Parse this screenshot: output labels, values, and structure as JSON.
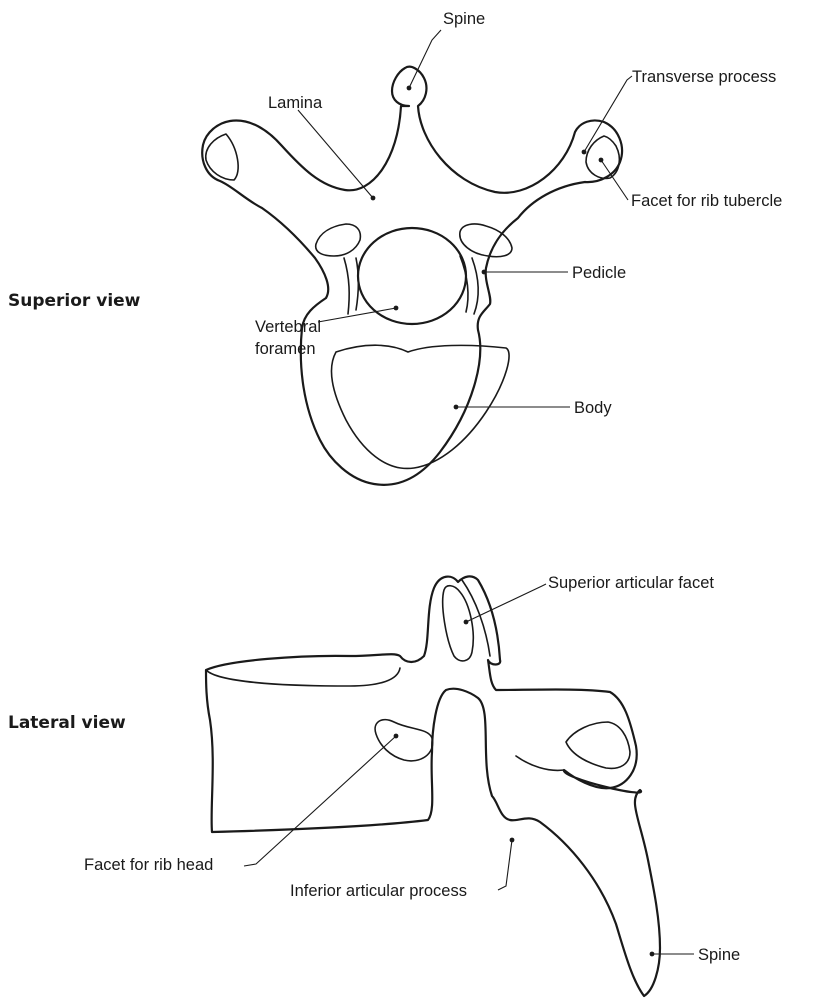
{
  "superior_view": {
    "title": "Superior view",
    "labels": {
      "spine": "Spine",
      "transverse_process": "Transverse process",
      "lamina": "Lamina",
      "facet_rib_tubercle": "Facet for rib tubercle",
      "pedicle": "Pedicle",
      "vertebral_foramen_line1": "Vertebral",
      "vertebral_foramen_line2": "foramen",
      "body": "Body"
    }
  },
  "lateral_view": {
    "title": "Lateral view",
    "labels": {
      "superior_articular_facet": "Superior articular facet",
      "facet_rib_head": "Facet for rib head",
      "inferior_articular_process": "Inferior articular process",
      "spine": "Spine"
    }
  }
}
